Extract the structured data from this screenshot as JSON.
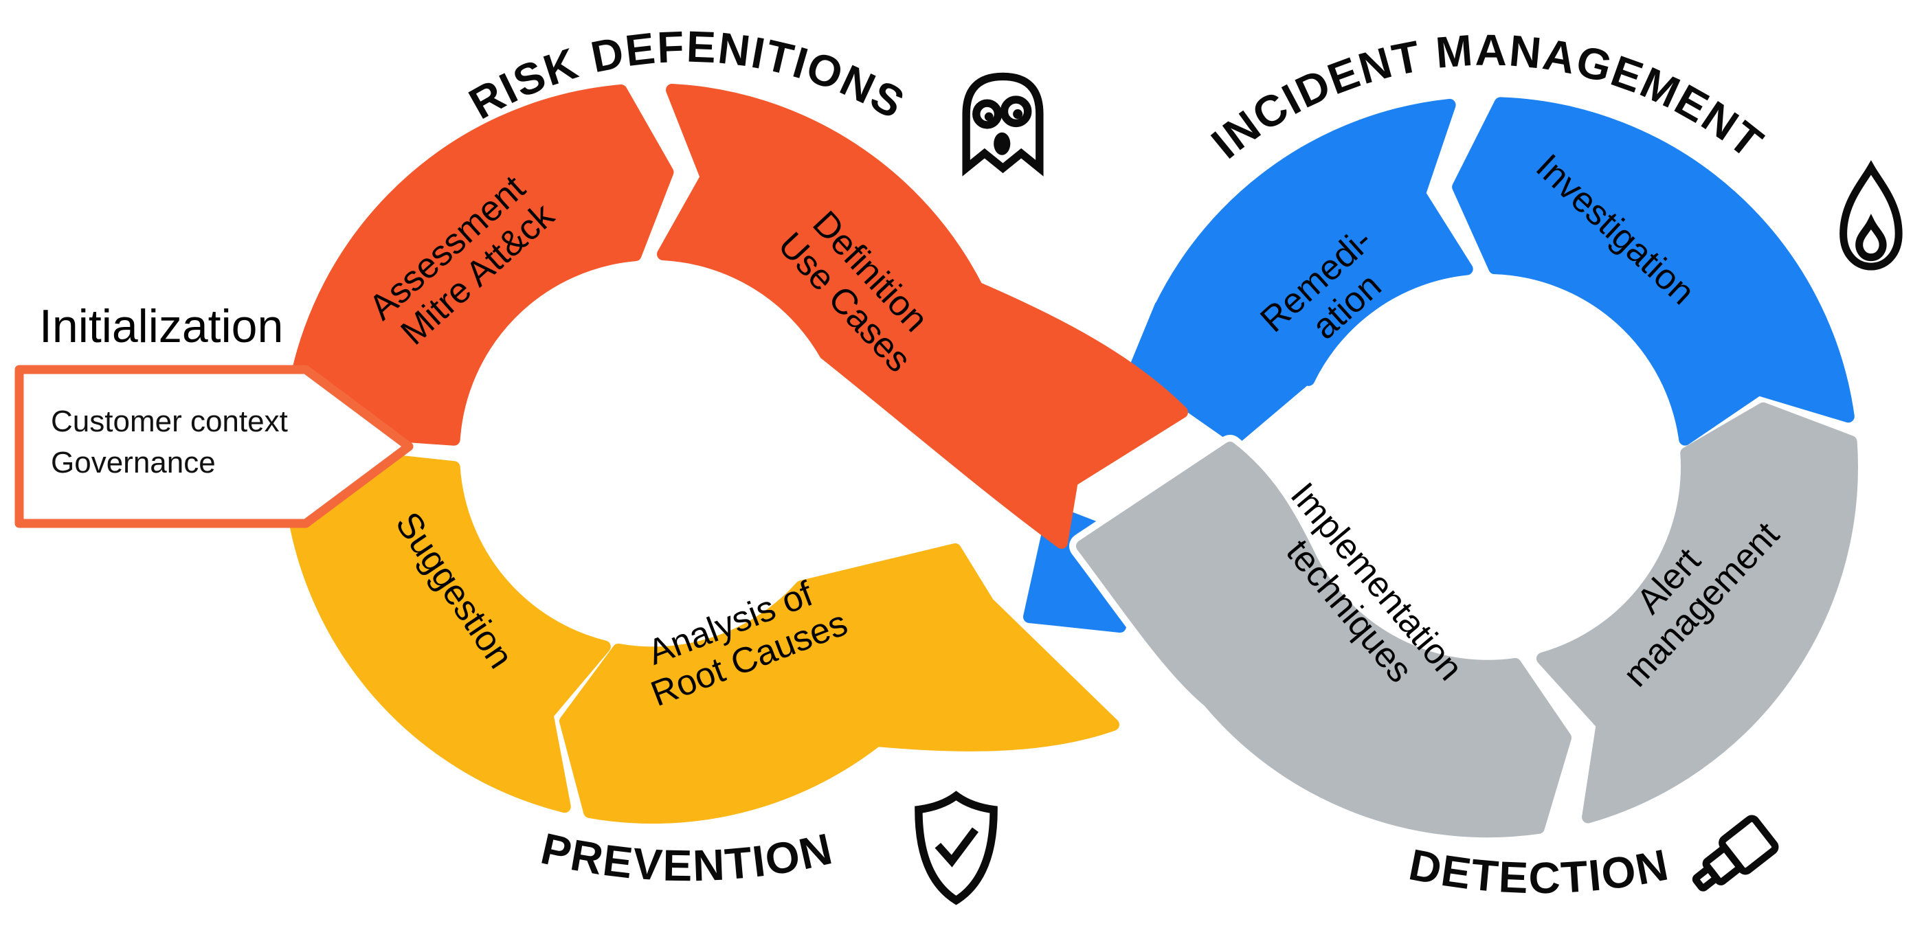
{
  "colors": {
    "orange": "#F4572B",
    "orange_light": "#F4693C",
    "yellow": "#FBB616",
    "blue": "#1C82F4",
    "gray": "#B3B9BD",
    "black": "#0a0a0a",
    "white": "#ffffff"
  },
  "init": {
    "title": "Initialization",
    "lines": [
      "Customer context",
      "Governance"
    ]
  },
  "phases": {
    "risk": {
      "label": "RISK DEFENITIONS",
      "icon": "ghost-icon"
    },
    "incident": {
      "label": "INCIDENT MANAGEMENT",
      "icon": "flame-icon"
    },
    "prevention": {
      "label": "PREVENTION",
      "icon": "shield-check-icon"
    },
    "detection": {
      "label": "DETECTION",
      "icon": "telescope-icon"
    }
  },
  "segments": {
    "assessment": {
      "lines": [
        "Assessment",
        "Mitre Att&ck"
      ]
    },
    "definition": {
      "lines": [
        "Definition",
        "Use Cases"
      ]
    },
    "suggestion": {
      "lines": [
        "Suggestion"
      ]
    },
    "analysis": {
      "lines": [
        "Analysis of",
        "Root Causes"
      ]
    },
    "remediation": {
      "lines": [
        "Remedi-",
        "ation"
      ]
    },
    "investigation": {
      "lines": [
        "Investigation"
      ]
    },
    "implementation": {
      "lines": [
        "Implementation",
        "techniques"
      ]
    },
    "alert": {
      "lines": [
        "Alert",
        "management"
      ]
    }
  }
}
